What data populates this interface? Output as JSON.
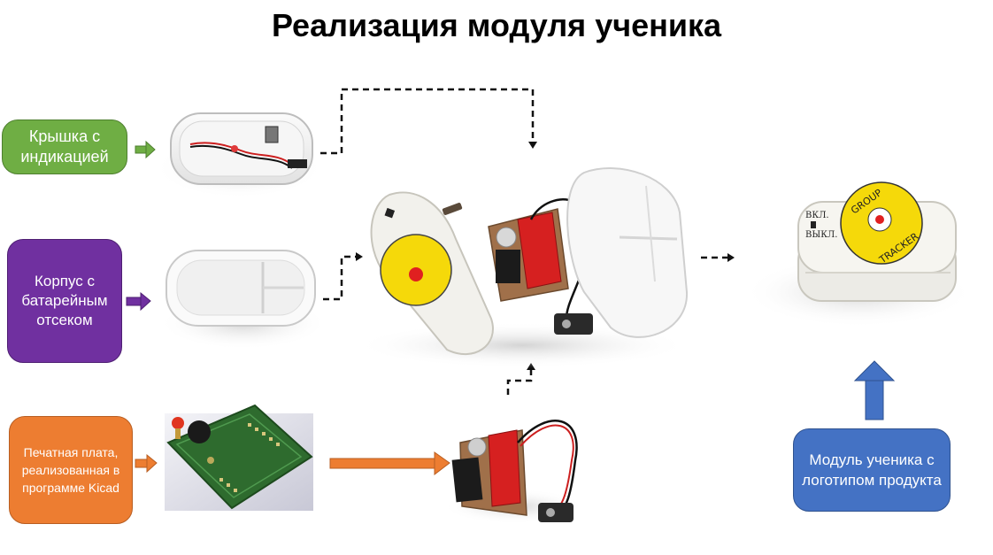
{
  "title": "Реализация модуля ученика",
  "labels": {
    "lid": "Крышка с индикацией",
    "body": "Корпус с батарейным отсеком",
    "pcb": "Печатная плата, реализованная в программе Kicad",
    "module": "Модуль ученика с логотипом продукта"
  },
  "product_logo": {
    "top_text": "GROUP",
    "bottom_text": "TRACKER",
    "switch_on": "ВКЛ.",
    "switch_off": "ВЫКЛ."
  },
  "colors": {
    "green": "#6fae44",
    "purple": "#7030a0",
    "orange": "#ed7d31",
    "blue": "#4472c4",
    "logo_yellow": "#f5d90a",
    "pcb_green": "#2e6b2e",
    "board_red": "#d62020"
  }
}
